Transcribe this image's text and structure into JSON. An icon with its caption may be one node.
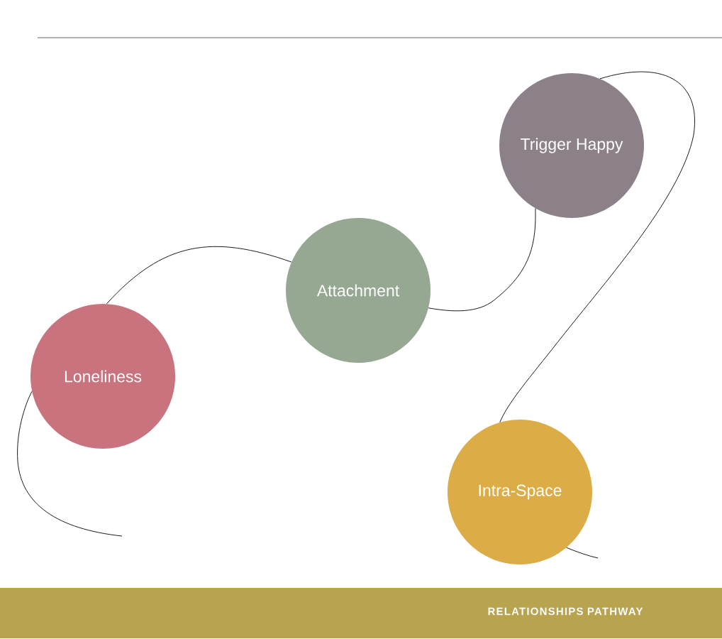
{
  "diagram": {
    "nodes": [
      {
        "text": [
          "Loneliness"
        ]
      },
      {
        "text": [
          "Attachment"
        ]
      },
      {
        "text": [
          "Trigger Happy"
        ]
      },
      {
        "text": [
          "Intra-Space"
        ]
      }
    ],
    "edges": [
      {
        "from": null,
        "to": 0,
        "arrow": "none"
      },
      {
        "from": 0,
        "to": 1,
        "arrow": "none"
      },
      {
        "from": 1,
        "to": 2,
        "arrow": "none"
      },
      {
        "from": 2,
        "to": 3,
        "arrow": "none"
      },
      {
        "from": 3,
        "to": null,
        "arrow": "none"
      }
    ],
    "labels": [
      "RELATIONSHIPS PATHWAY"
    ]
  }
}
